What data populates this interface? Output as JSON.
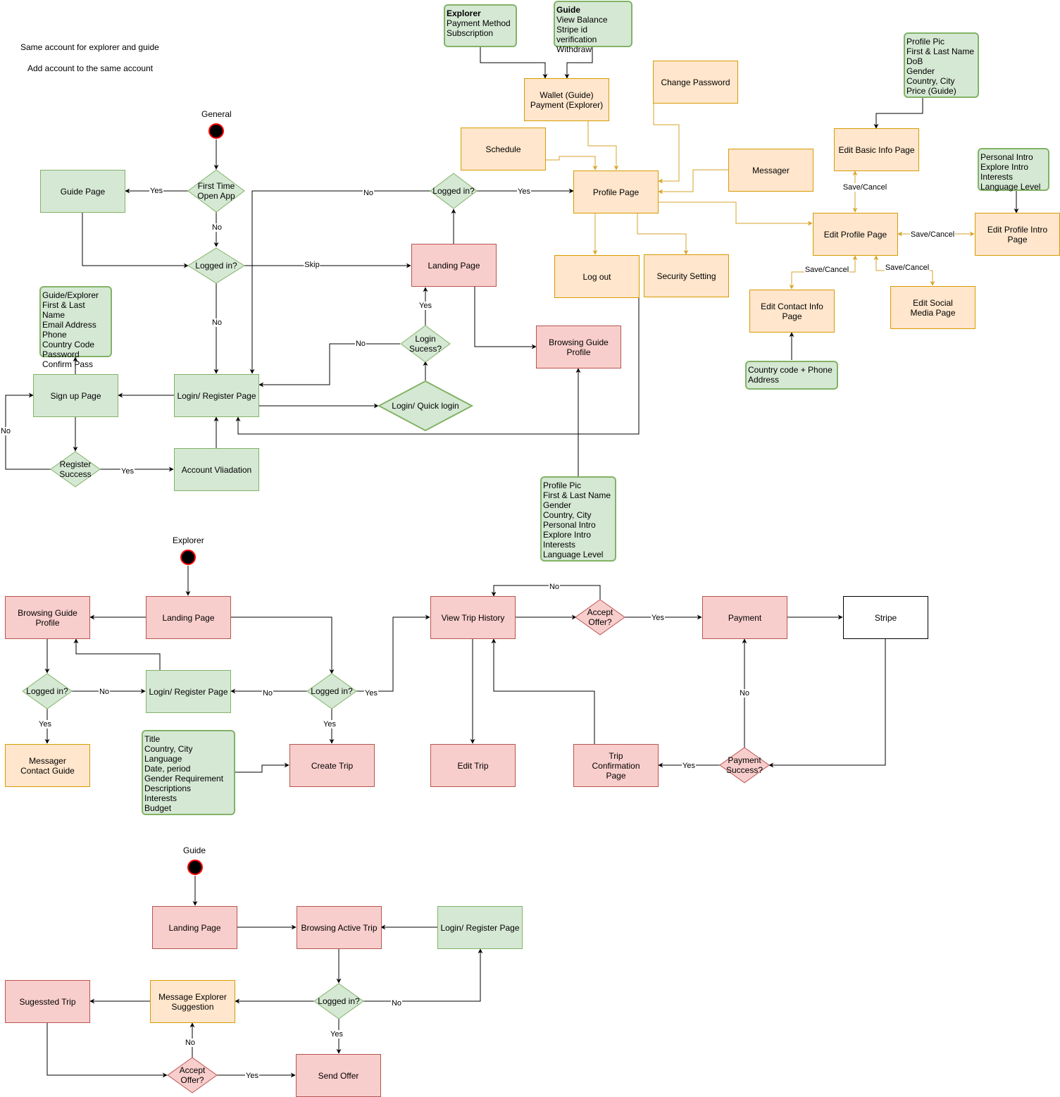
{
  "notes_text": {
    "same_account": "Same account for explorer and guide",
    "add_account": "Add account to the same account"
  },
  "start_labels": {
    "general": "General",
    "explorer": "Explorer",
    "guide": "Guide"
  },
  "general": {
    "guide_page": "Guide Page",
    "first_time": "First Time\nOpen App",
    "logged_in_1": "Logged in?",
    "logged_in_2": "Logged in?",
    "landing_page": "Landing Page",
    "login_register": "Login/ Register Page",
    "sign_up": "Sign up Page",
    "register_success": "Register\nSuccess",
    "account_validation": "Account Vliadation",
    "login_success": "Login\nSucess?",
    "quick_login": "Login/ Quick login",
    "browsing_guide_profile": "Browsing Guide\nProfile",
    "schedule": "Schedule",
    "wallet": "Wallet (Guide)\nPayment (Explorer)",
    "change_password": "Change Password",
    "profile_page": "Profile Page",
    "messager": "Messager",
    "log_out": "Log out",
    "security_setting": "Security Setting",
    "edit_basic_info": "Edit Basic Info Page",
    "edit_profile": "Edit Profile Page",
    "edit_profile_intro": "Edit Profile Intro Page",
    "edit_contact_info": "Edit Contact Info\nPage",
    "edit_social_media": "Edit Social\nMedia Page"
  },
  "note_boxes": {
    "explorer_title": "Explorer",
    "explorer_body": "Payment Method\nSubscription",
    "guide_title": "Guide",
    "guide_body": "View Balance\nStripe id verification\nWithdraw",
    "basic_info": "Profile Pic\nFirst & Last Name\nDoB\nGender\nCountry, City\nPrice (Guide)",
    "profile_intro": "Personal Intro\nExplore Intro\nInterests\nLanguage Level",
    "signup_fields": "Guide/Explorer\nFirst & Last Name\nEmail Address\nPhone\nCountry Code\nPassword\nConfirm Pass",
    "contact_fields": "Country code + Phone\nAddress",
    "browse_profile_fields": "Profile Pic\nFirst & Last Name\nGender\nCountry, City\nPersonal Intro\nExplore Intro\nInterests\nLanguage Level",
    "trip_fields": "Title\nCountry, City\nLanguage\nDate, period\nGender Requirement\nDescriptions\nInterests\nBudget"
  },
  "explorer": {
    "browsing_guide_profile": "Browsing Guide\nProfile",
    "landing_page": "Landing Page",
    "logged_in_left": "Logged in?",
    "login_register": "Login/ Register Page",
    "logged_in_right": "Logged in?",
    "messager_contact": "Messager\nContact Guide",
    "create_trip": "Create Trip",
    "view_trip_history": "View Trip History",
    "accept_offer": "Accept\nOffer?",
    "payment": "Payment",
    "stripe": "Stripe",
    "edit_trip": "Edit Trip",
    "trip_confirmation": "Trip\nConfirmation\nPage",
    "payment_success": "Payment\nSuccess?"
  },
  "guide": {
    "landing_page": "Landing Page",
    "browsing_active_trip": "Browsing Active Trip",
    "login_register": "Login/ Register Page",
    "suggested_trip": "Sugessted Trip",
    "message_explorer": "Message Explorer\nSuggestion",
    "logged_in": "Logged in?",
    "accept_offer": "Accept\nOffer?",
    "send_offer": "Send Offer"
  },
  "edge_labels": {
    "yes": "Yes",
    "no": "No",
    "skip": "Skip",
    "save_cancel": "Save/Cancel"
  },
  "colors": {
    "green_fill": "#d5e8d4",
    "green_stroke": "#82b366",
    "red_fill": "#f8cecc",
    "red_stroke": "#b85450",
    "orange_fill": "#ffe6cc",
    "orange_stroke": "#d79b00",
    "orange_edge": "#d6a32a"
  }
}
